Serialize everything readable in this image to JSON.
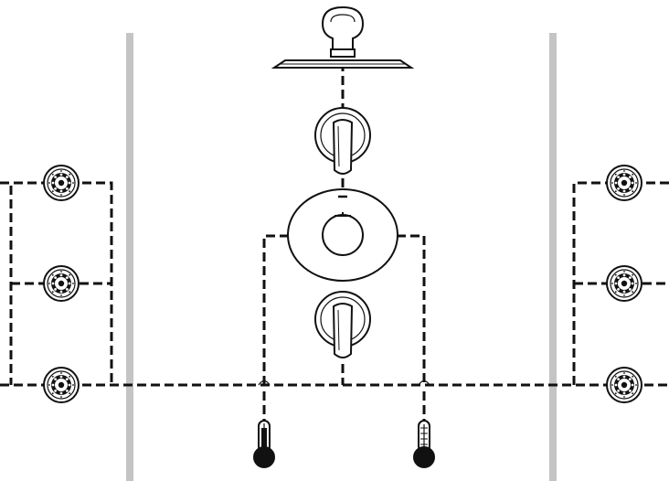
{
  "diagram": {
    "kind": "shower-plumbing-schematic",
    "colors": {
      "line": "#111111",
      "wall": "#c4c4c4",
      "fill_dark": "#111111",
      "background": "#ffffff"
    },
    "components": {
      "shower_head": {
        "icon": "rain-shower-head-icon"
      },
      "upper_valve": {
        "icon": "diverter-valve-handle-icon"
      },
      "mixing_valve": {
        "icon": "thermostatic-mixing-valve-icon"
      },
      "lower_valve": {
        "icon": "volume-control-handle-icon"
      },
      "body_sprays_left": {
        "count": 3,
        "icon": "body-spray-jet-icon"
      },
      "body_sprays_right": {
        "count": 3,
        "icon": "body-spray-jet-icon"
      },
      "hot_supply": {
        "icon": "hot-water-thermometer-icon"
      },
      "cold_supply": {
        "icon": "cold-water-thermometer-icon"
      },
      "walls": {
        "count": 2
      }
    }
  }
}
